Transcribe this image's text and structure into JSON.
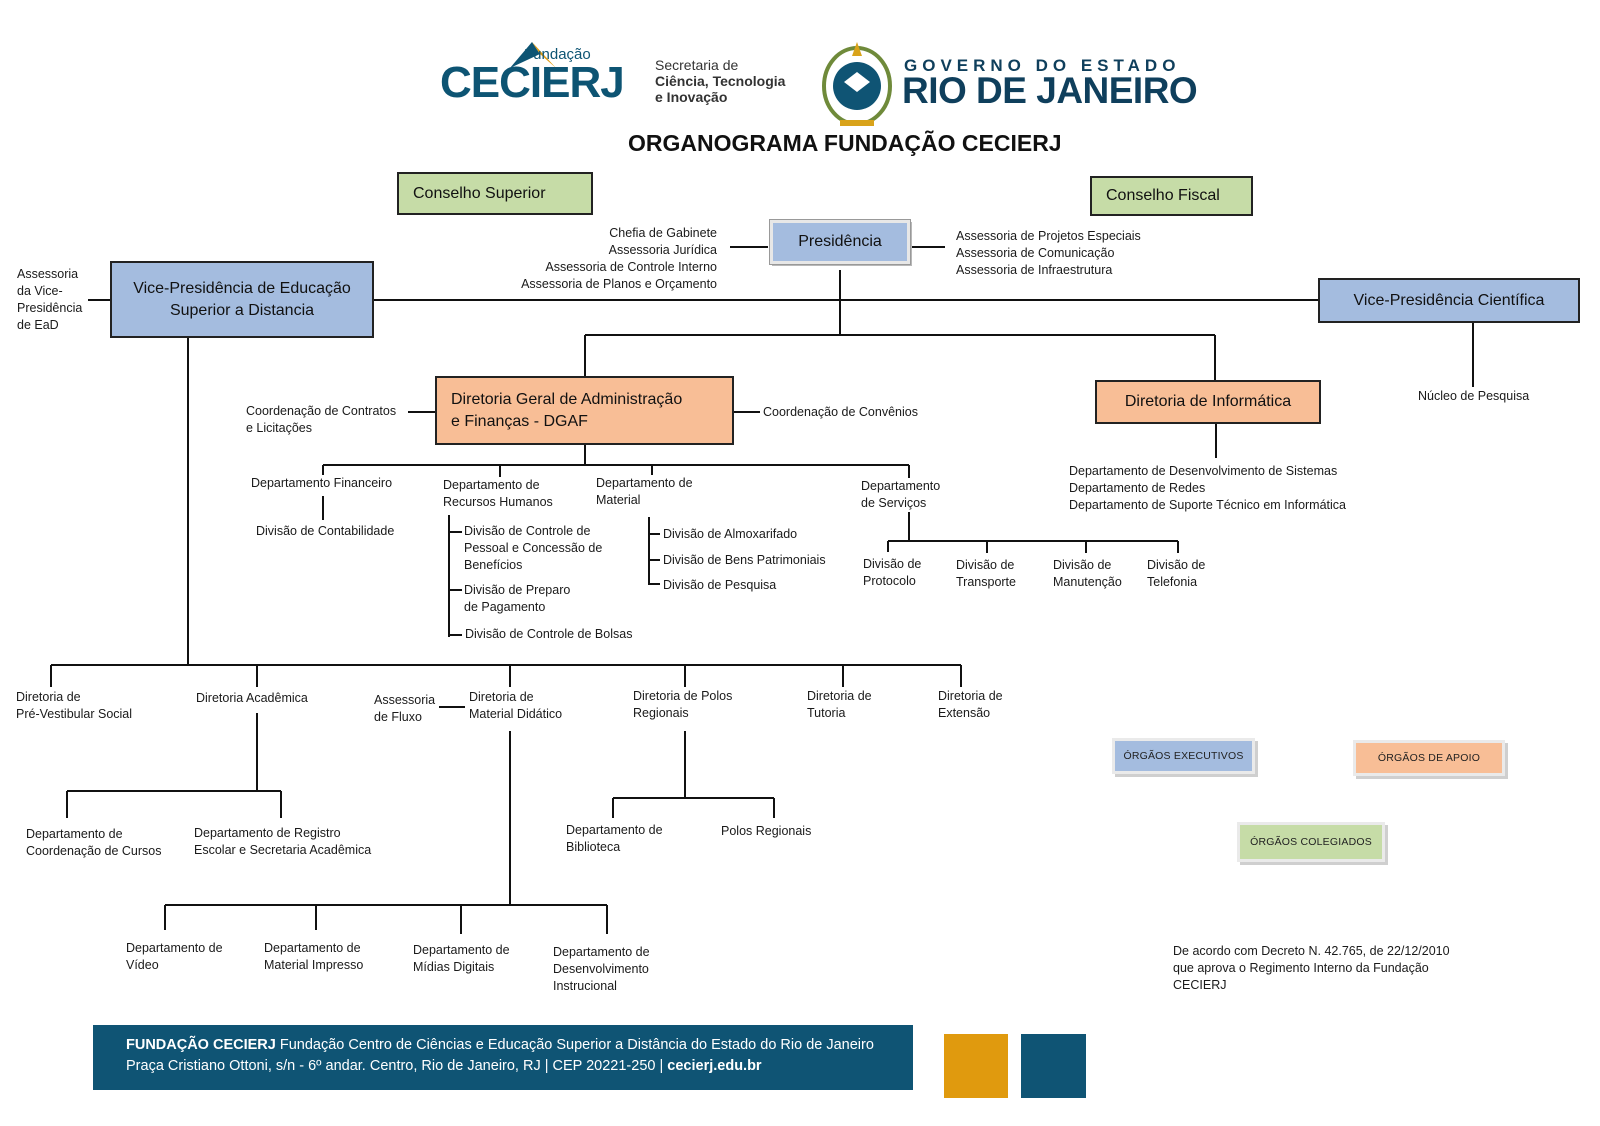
{
  "header": {
    "logo_fundacao_label": "Fundação",
    "logo_cecierj_label": "CECIERJ",
    "secretaria_line1": "Secretaria de",
    "secretaria_line2": "Ciência, Tecnologia",
    "secretaria_line3": "e Inovação",
    "gov_line1": "GOVERNO DO ESTADO",
    "gov_line2": "RIO DE JANEIRO",
    "title": "ORGANOGRAMA FUNDAÇÃO CECIERJ"
  },
  "colors": {
    "orgaos_executivos": "#a4bcdf",
    "orgaos_de_apoio": "#f8be96",
    "orgaos_colegiados": "#c6dca7",
    "footer_blue": "#0f5474",
    "footer_orange": "#e09a0e"
  },
  "boxes": {
    "conselho_superior": "Conselho  Superior",
    "conselho_fiscal": "Conselho Fiscal",
    "presidencia": "Presidência",
    "vp_ead_line1": "Vice-Presidência de Educação",
    "vp_ead_line2": "Superior a Distancia",
    "vp_cientifica": "Vice-Presidência Científica",
    "dgaf_line1": "Diretoria Geral de Administração",
    "dgaf_line2": "e Finanças - DGAF",
    "informatica": "Diretoria de Informática"
  },
  "presidencia_left": [
    "Chefia de Gabinete",
    "Assessoria Jurídica",
    "Assessoria de Controle Interno",
    "Assessoria de Planos e Orçamento"
  ],
  "presidencia_right": [
    "Assessoria de Projetos Especiais",
    "Assessoria de Comunicação",
    "Assessoria de Infraestrutura"
  ],
  "assessoria_vp": [
    "Assessoria",
    "da Vice-",
    "Presidência",
    "de EaD"
  ],
  "nucleo_pesquisa": "Núcleo de Pesquisa",
  "dgaf": {
    "coord_contratos": [
      "Coordenação de Contratos",
      "e Licitações"
    ],
    "coord_convenios": "Coordenação de Convênios",
    "dep_financeiro": "Departamento Financeiro",
    "div_contabilidade": "Divisão de Contabilidade",
    "dep_rh": [
      "Departamento de",
      "Recursos Humanos"
    ],
    "rh_divisoes": [
      [
        "Divisão de Controle de",
        "Pessoal e Concessão de",
        "Benefícios"
      ],
      [
        "Divisão de Preparo",
        "de Pagamento"
      ],
      [
        "Divisão de Controle de Bolsas"
      ]
    ],
    "dep_material": [
      "Departamento de",
      "Material"
    ],
    "material_divisoes": [
      "Divisão de Almoxarifado",
      "Divisão de Bens Patrimoniais",
      "Divisão de Pesquisa"
    ],
    "dep_servicos": [
      "Departamento",
      "de Serviços"
    ],
    "servicos_divisoes": [
      [
        "Divisão de",
        "Protocolo"
      ],
      [
        "Divisão de",
        "Transporte"
      ],
      [
        "Divisão de",
        "Manutenção"
      ],
      [
        "Divisão de",
        "Telefonia"
      ]
    ]
  },
  "informatica_deps": [
    "Departamento de Desenvolvimento de Sistemas",
    "Departamento de Redes",
    "Departamento de Suporte Técnico em Informática"
  ],
  "vp_ead_diretorias": {
    "pre_vestibular": [
      "Diretoria de",
      "Pré-Vestibular Social"
    ],
    "academica": "Diretoria Acadêmica",
    "assessoria_fluxo": [
      "Assessoria",
      "de Fluxo"
    ],
    "material_didatico": [
      "Diretoria de",
      "Material Didático"
    ],
    "polos": [
      "Diretoria de Polos",
      "Regionais"
    ],
    "tutoria": [
      "Diretoria de",
      "Tutoria"
    ],
    "extensao": [
      "Diretoria de",
      "Extensão"
    ]
  },
  "academica_deps": {
    "coordenacao": [
      "Departamento de",
      "Coordenação de Cursos"
    ],
    "registro": [
      "Departamento de Registro",
      "Escolar e Secretaria Acadêmica"
    ]
  },
  "polos_deps": {
    "biblioteca": [
      "Departamento de",
      "Biblioteca"
    ],
    "polos_regionais": "Polos Regionais"
  },
  "material_deps": {
    "video": [
      "Departamento de",
      "Vídeo"
    ],
    "impresso": [
      "Departamento de",
      "Material Impresso"
    ],
    "midias": [
      "Departamento de",
      "Mídias Digitais"
    ],
    "desenvolvimento": [
      "Departamento de",
      "Desenvolvimento",
      "Instrucional"
    ]
  },
  "legend": {
    "executivos": "ÓRGÃOS EXECUTIVOS",
    "apoio": "ÓRGÃOS DE APOIO",
    "colegiados": "ÓRGÃOS COLEGIADOS"
  },
  "decreto": [
    "De acordo com Decreto N. 42.765, de 22/12/2010",
    "que aprova o Regimento Interno da Fundação",
    "CECIERJ"
  ],
  "footer": {
    "line1_bold": "FUNDAÇÃO CECIERJ",
    "line1_rest": " Fundação Centro de Ciências e Educação Superior a Distância do Estado do Rio de Janeiro",
    "line2_rest": "Praça Cristiano Ottoni, s/n - 6º andar. Centro, Rio de Janeiro, RJ | CEP 20221-250 | ",
    "line2_bold": "cecierj.edu.br"
  }
}
